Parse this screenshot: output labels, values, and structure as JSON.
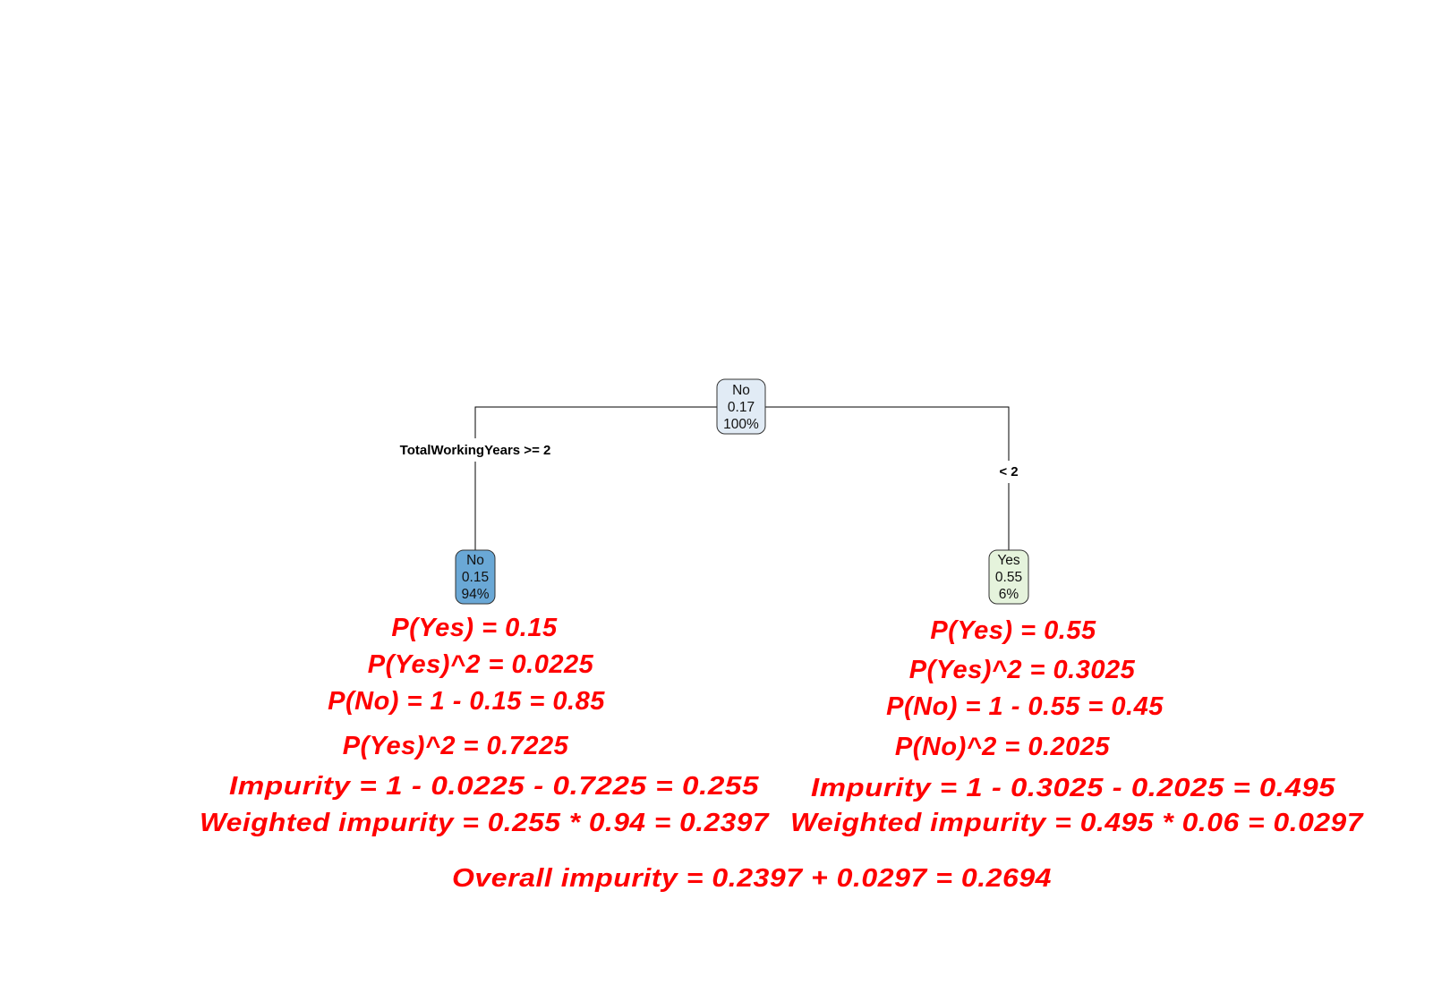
{
  "tree": {
    "root": {
      "class": "No",
      "prob": "0.17",
      "pct": "100%",
      "color": "#e1ebf5"
    },
    "left_split_label": "TotalWorkingYears >= 2",
    "right_split_label": "< 2",
    "left_leaf": {
      "class": "No",
      "prob": "0.15",
      "pct": "94%",
      "color": "#6aa8d6"
    },
    "right_leaf": {
      "class": "Yes",
      "prob": "0.55",
      "pct": "6%",
      "color": "#e5f3dc"
    }
  },
  "annotations": {
    "color": "#ff0000",
    "left": {
      "p_yes": "P(Yes) = 0.15",
      "p_yes_sq": "P(Yes)^2 = 0.0225",
      "p_no": "P(No) = 1 - 0.15 = 0.85",
      "p_no_sq": "P(Yes)^2 = 0.7225",
      "impurity": "Impurity = 1 - 0.0225 - 0.7225 = 0.255",
      "weighted": "Weighted impurity = 0.255 * 0.94 = 0.2397"
    },
    "right": {
      "p_yes": "P(Yes) = 0.55",
      "p_yes_sq": "P(Yes)^2 = 0.3025",
      "p_no": "P(No) = 1 - 0.55 = 0.45",
      "p_no_sq": "P(No)^2 = 0.2025",
      "impurity": "Impurity = 1 - 0.3025 - 0.2025 = 0.495",
      "weighted": "Weighted impurity = 0.495 * 0.06 = 0.0297"
    },
    "overall": "Overall impurity = 0.2397 + 0.0297 = 0.2694"
  }
}
